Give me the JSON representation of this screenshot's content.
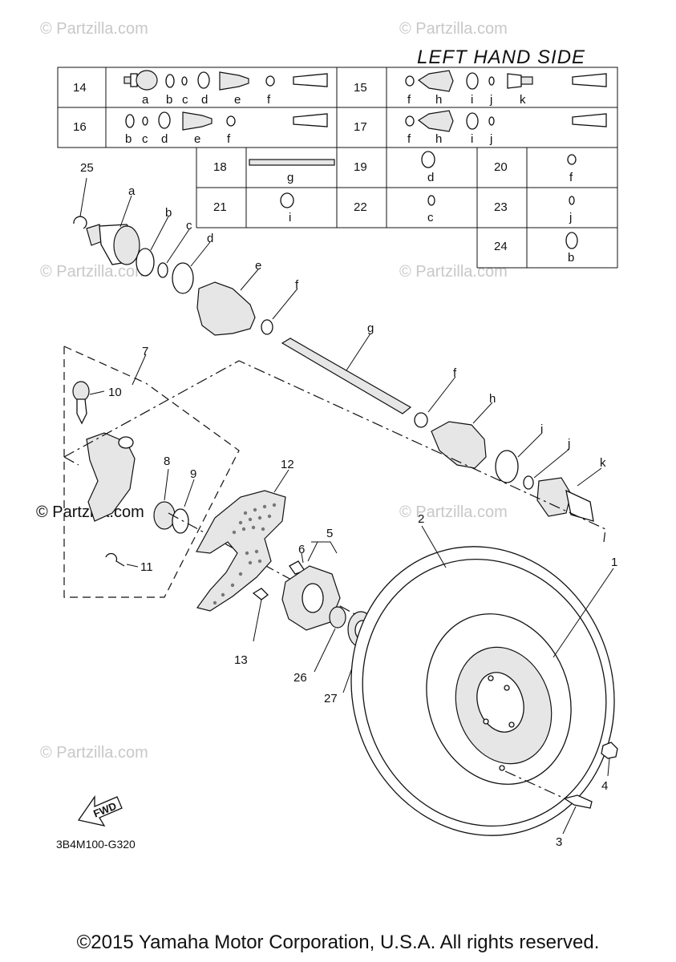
{
  "header": {
    "title": "LEFT HAND SIDE"
  },
  "watermarks": [
    "© Partzilla.com"
  ],
  "table": {
    "row1": [
      {
        "num": "14",
        "letters": [
          "a",
          "b",
          "c",
          "d",
          "e",
          "f"
        ]
      },
      {
        "num": "15",
        "letters": [
          "f",
          "h",
          "i",
          "j",
          "k"
        ]
      }
    ],
    "row2": [
      {
        "num": "16",
        "letters": [
          "b",
          "c",
          "d",
          "e",
          "f"
        ]
      },
      {
        "num": "17",
        "letters": [
          "f",
          "h",
          "i",
          "j"
        ]
      }
    ],
    "cells": [
      {
        "num": "18",
        "letter": "g"
      },
      {
        "num": "19",
        "letter": "d"
      },
      {
        "num": "20",
        "letter": "f"
      },
      {
        "num": "21",
        "letter": "i"
      },
      {
        "num": "22",
        "letter": "c"
      },
      {
        "num": "23",
        "letter": "j"
      },
      {
        "num": "24",
        "letter": "b"
      }
    ]
  },
  "callouts": [
    "25",
    "a",
    "b",
    "c",
    "d",
    "e",
    "f",
    "g",
    "7",
    "10",
    "f",
    "h",
    "i",
    "j",
    "k",
    "8",
    "9",
    "12",
    "2",
    "1",
    "5",
    "6",
    "11",
    "13",
    "26",
    "27",
    "4",
    "3"
  ],
  "fwd_label": "FWD",
  "diagram_code": "3B4M100-G320",
  "copyright": "©2015 Yamaha Motor Corporation, U.S.A. All rights reserved."
}
